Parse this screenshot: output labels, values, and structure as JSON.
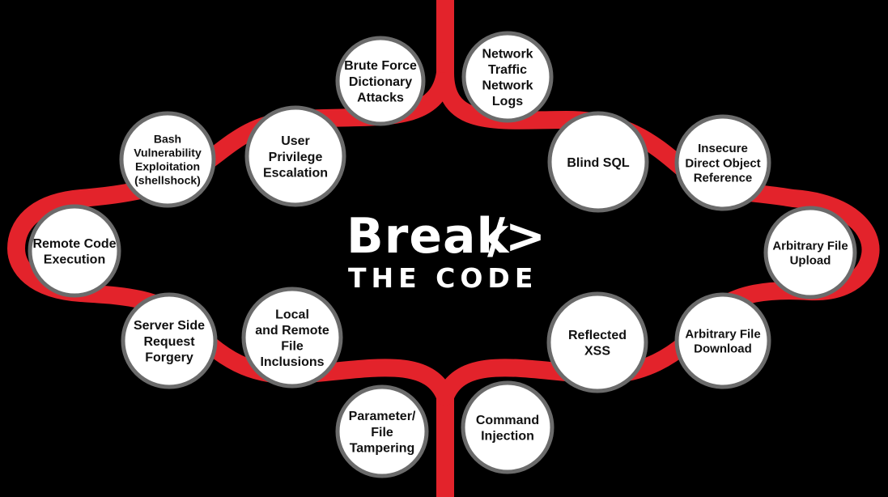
{
  "title": {
    "main": "Break",
    "slash_tag": "/>",
    "subtitle": "THE CODE"
  },
  "colors": {
    "background": "#000000",
    "track": "#e3232b",
    "circle_fill": "#ffffff",
    "circle_border": "#6b6b6b",
    "circle_text": "#111111",
    "title_text": "#ffffff"
  },
  "nodes": [
    {
      "id": "brute-force",
      "lines": [
        "Brute Force",
        "Dictionary",
        "Attacks"
      ]
    },
    {
      "id": "network-logs",
      "lines": [
        "Network",
        "Traffic",
        "Network",
        "Logs"
      ]
    },
    {
      "id": "user-privilege",
      "lines": [
        "User",
        "Privilege",
        "Escalation"
      ]
    },
    {
      "id": "blind-sql",
      "lines": [
        "Blind SQL"
      ]
    },
    {
      "id": "bash-shellshock",
      "lines": [
        "Bash",
        "Vulnerability",
        "Exploitation",
        "(shellshock)"
      ]
    },
    {
      "id": "insecure-direct-object",
      "lines": [
        "Insecure",
        "Direct Object",
        "Reference"
      ]
    },
    {
      "id": "remote-code",
      "lines": [
        "Remote Code",
        "Execution"
      ]
    },
    {
      "id": "arbitrary-upload",
      "lines": [
        "Arbitrary File",
        "Upload"
      ]
    },
    {
      "id": "ssrf",
      "lines": [
        "Server Side",
        "Request",
        "Forgery"
      ]
    },
    {
      "id": "file-inclusions",
      "lines": [
        "Local",
        "and Remote",
        "File",
        "Inclusions"
      ]
    },
    {
      "id": "reflected-xss",
      "lines": [
        "Reflected",
        "XSS"
      ]
    },
    {
      "id": "arbitrary-download",
      "lines": [
        "Arbitrary File",
        "Download"
      ]
    },
    {
      "id": "parameter-tampering",
      "lines": [
        "Parameter/",
        "File",
        "Tampering"
      ]
    },
    {
      "id": "command-injection",
      "lines": [
        "Command",
        "Injection"
      ]
    }
  ]
}
